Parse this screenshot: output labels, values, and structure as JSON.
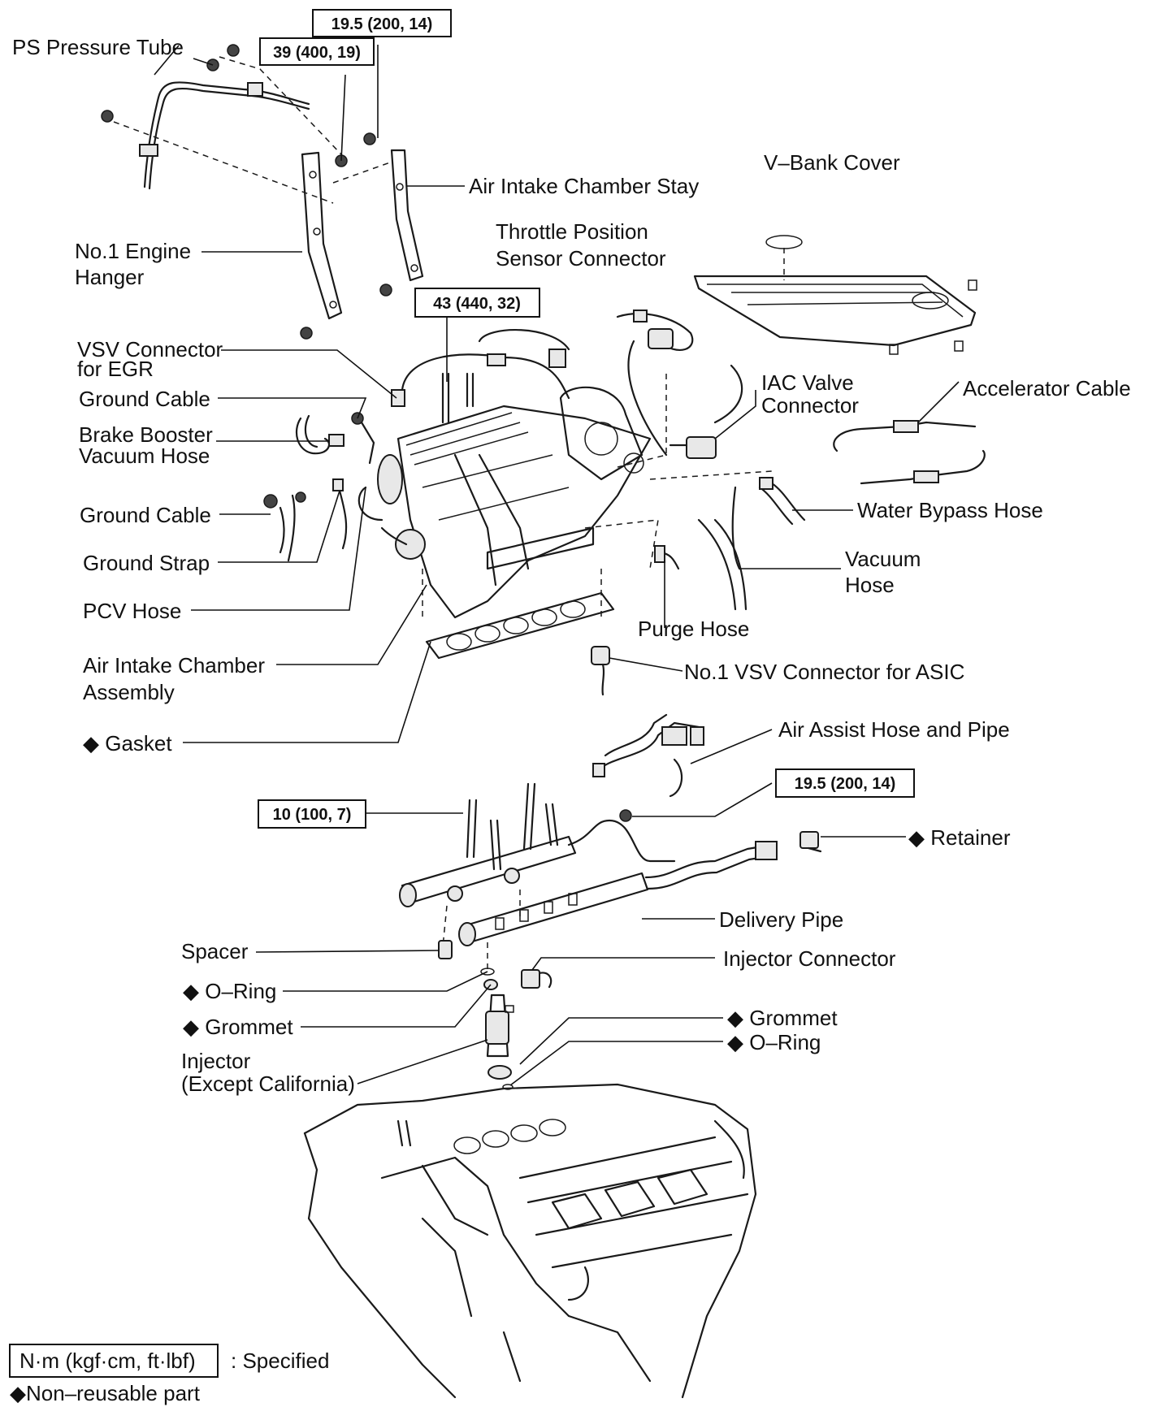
{
  "labels": {
    "ps_pressure_tube": "PS Pressure Tube",
    "no1_engine_hanger_1": "No.1 Engine",
    "no1_engine_hanger_2": "Hanger",
    "air_intake_chamber_stay": "Air Intake Chamber Stay",
    "v_bank_cover": "V–Bank Cover",
    "throttle_position_1": "Throttle Position",
    "throttle_position_2": "Sensor Connector",
    "vsv_connector_egr_1": "VSV Connector",
    "vsv_connector_egr_2": "for EGR",
    "ground_cable_1": "Ground Cable",
    "brake_booster_1": "Brake Booster",
    "brake_booster_2": "Vacuum Hose",
    "ground_cable_2": "Ground Cable",
    "ground_strap": "Ground Strap",
    "pcv_hose": "PCV Hose",
    "air_intake_chamber_1": "Air Intake Chamber",
    "air_intake_chamber_2": "Assembly",
    "gasket": "◆ Gasket",
    "iac_valve_1": "IAC Valve",
    "iac_valve_2": "Connector",
    "accelerator_cable": "Accelerator Cable",
    "water_bypass_hose": "Water Bypass Hose",
    "vacuum_hose_1": "Vacuum",
    "vacuum_hose_2": "Hose",
    "purge_hose": "Purge Hose",
    "no1_vsv_asic": "No.1 VSV Connector for ASIC",
    "air_assist": "Air Assist Hose and Pipe",
    "retainer": "◆ Retainer",
    "delivery_pipe": "Delivery Pipe",
    "spacer": "Spacer",
    "o_ring_1": "◆ O–Ring",
    "injector_connector": "Injector Connector",
    "grommet_1": "◆ Grommet",
    "grommet_2": "◆ Grommet",
    "o_ring_2": "◆ O–Ring",
    "injector_1": "Injector",
    "injector_2": "(Except California)"
  },
  "torque": {
    "t1": "19.5 (200, 14)",
    "t2": "39 (400, 19)",
    "t3": "43 (440, 32)",
    "t4": "19.5 (200, 14)",
    "t5": "10 (100, 7)"
  },
  "legend": {
    "unit_box": "N·m (kgf·cm, ft·lbf)",
    "specified": ": Specified",
    "non_reusable": "◆Non–reusable part"
  }
}
